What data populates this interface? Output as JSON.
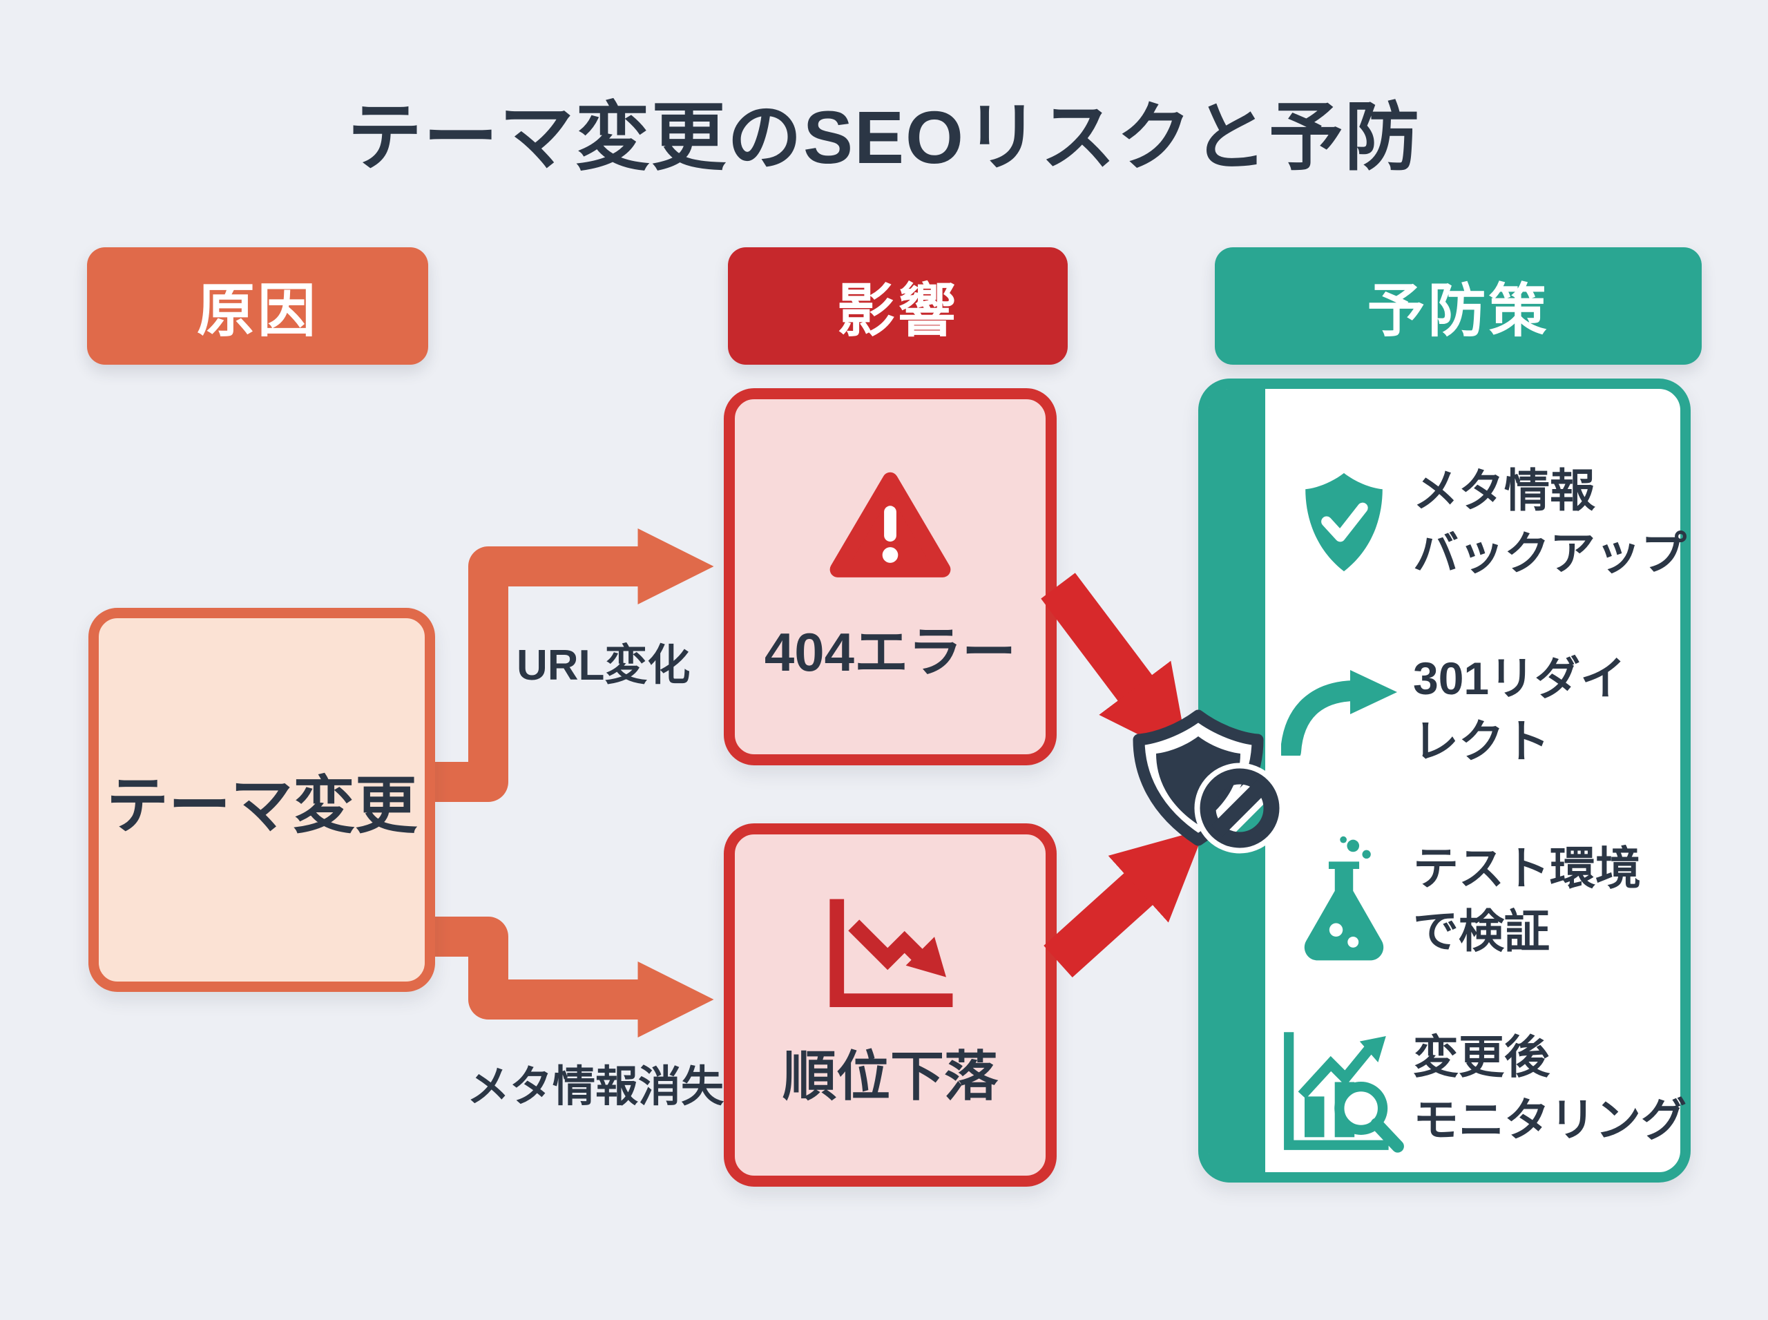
{
  "title": "テーマ変更のSEOリスクと予防",
  "headers": {
    "cause": "原因",
    "impact": "影響",
    "prevention": "予防策"
  },
  "cause_box": {
    "label": "テーマ変更"
  },
  "flow_labels": {
    "url_change": "URL変化",
    "meta_loss": "メタ情報消失"
  },
  "impact_boxes": {
    "error404": {
      "label": "404エラー",
      "icon": "warning-triangle-icon"
    },
    "rank_drop": {
      "label": "順位下落",
      "icon": "declining-chart-icon"
    }
  },
  "center_icon": "shield-block-icon",
  "prevention_items": [
    {
      "icon": "shield-check-icon",
      "lines": [
        "メタ情報",
        "バックアップ"
      ]
    },
    {
      "icon": "redirect-arrow-icon",
      "lines": [
        "301リダイ",
        "レクト"
      ]
    },
    {
      "icon": "test-flask-icon",
      "lines": [
        "テスト環境",
        "で検証"
      ]
    },
    {
      "icon": "monitoring-chart-icon",
      "lines": [
        "変更後",
        "モニタリング"
      ]
    }
  ],
  "colors": {
    "background": "#edeff4",
    "text_dark": "#2b3645",
    "orange": "#e06a4a",
    "orange_fill": "#fbe2d4",
    "red_header": "#c6282c",
    "red_border": "#d23230",
    "red_fill": "#f8dada",
    "red_arrow": "#d7292b",
    "warning_red": "#d32f2f",
    "teal": "#2aa692",
    "white": "#ffffff",
    "shield_navy": "#2e3b4c"
  }
}
